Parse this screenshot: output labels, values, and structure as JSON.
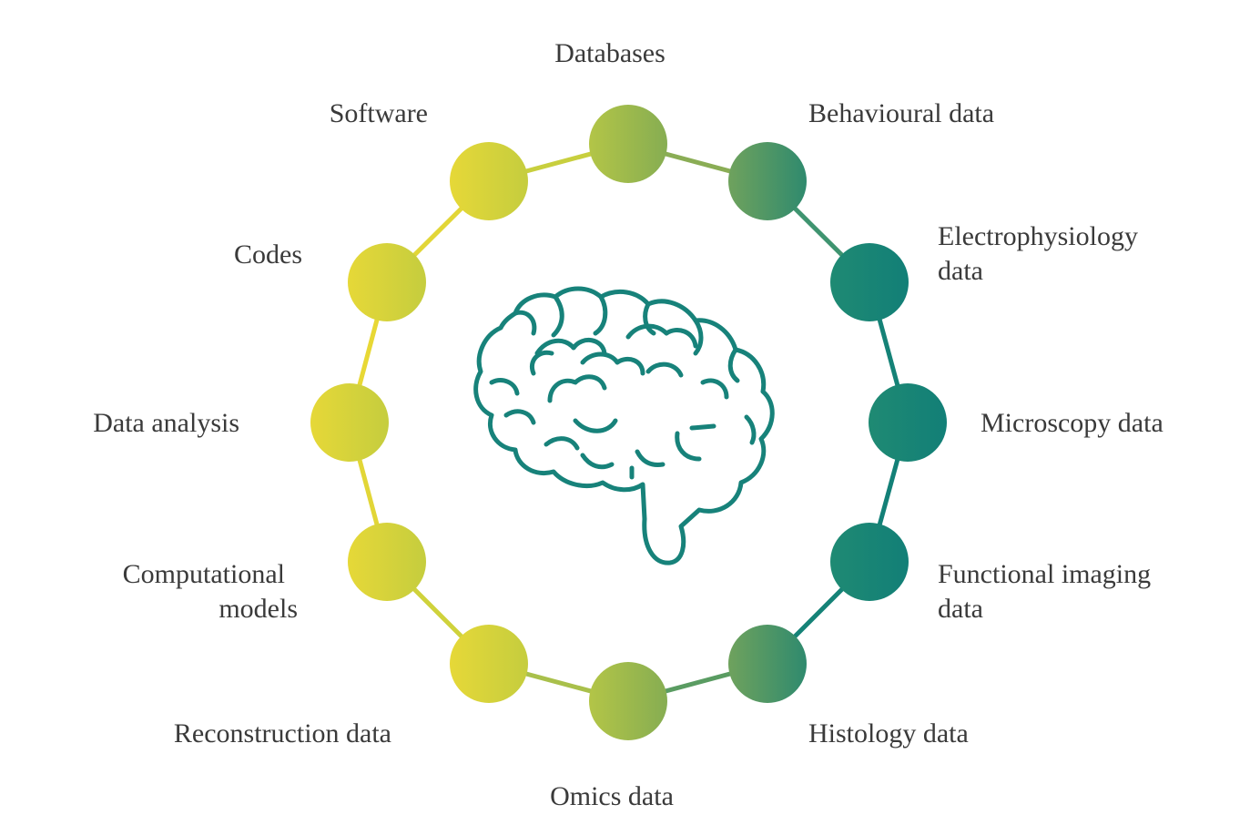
{
  "diagram": {
    "colors": {
      "yellow": "#ecd932",
      "green": "#8aad55",
      "teal": "#127f77",
      "brain_stroke": "#17827a",
      "text": "#3a3a3a"
    },
    "nodes": [
      {
        "id": "databases",
        "lines": [
          "Databases"
        ]
      },
      {
        "id": "behavioural-data",
        "lines": [
          "Behavioural data"
        ]
      },
      {
        "id": "electrophysiology-data",
        "lines": [
          "Electrophysiology",
          "data"
        ]
      },
      {
        "id": "microscopy-data",
        "lines": [
          "Microscopy data"
        ]
      },
      {
        "id": "functional-imaging-data",
        "lines": [
          "Functional imaging",
          "data"
        ]
      },
      {
        "id": "histology-data",
        "lines": [
          "Histology data"
        ]
      },
      {
        "id": "omics-data",
        "lines": [
          "Omics data"
        ]
      },
      {
        "id": "reconstruction-data",
        "lines": [
          "Reconstruction data"
        ]
      },
      {
        "id": "computational-models",
        "lines": [
          "Computational",
          "models"
        ]
      },
      {
        "id": "data-analysis",
        "lines": [
          "Data analysis"
        ]
      },
      {
        "id": "codes",
        "lines": [
          "Codes"
        ]
      },
      {
        "id": "software",
        "lines": [
          "Software"
        ]
      }
    ],
    "center_icon": "brain-icon"
  }
}
